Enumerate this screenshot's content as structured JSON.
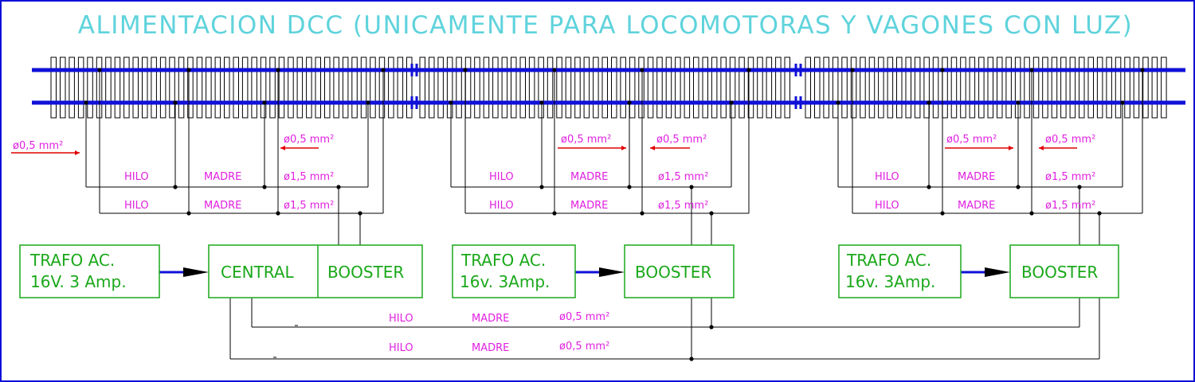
{
  "title": "ALIMENTACION DCC (UNICAMENTE PARA LOCOMOTORAS Y VAGONES CON LUZ)",
  "colors": {
    "title": "#5fd3dc",
    "rail": "#1010d8",
    "box": "#1aa81a",
    "label": "#e020e0",
    "arrow": "#e00000",
    "wire": "#000000"
  },
  "labels": {
    "hilo": "HILO",
    "madre": "MADRE",
    "wire_thin": "ø0,5 mm²",
    "wire_thick": "ø1,5 mm²"
  },
  "boxes": {
    "trafo_1_line1": "TRAFO AC.",
    "trafo_1_line2": "16V. 3 Amp.",
    "central": "CENTRAL",
    "booster_1": "BOOSTER",
    "trafo_2_line1": "TRAFO AC.",
    "trafo_2_line2": "16v. 3Amp.",
    "booster_2": "BOOSTER",
    "trafo_3_line1": "TRAFO AC.",
    "trafo_3_line2": "16v. 3Amp.",
    "booster_3": "BOOSTER"
  },
  "bus": {
    "hilo": "HILO",
    "madre": "MADRE",
    "gauge": "ø0,5 mm²"
  }
}
